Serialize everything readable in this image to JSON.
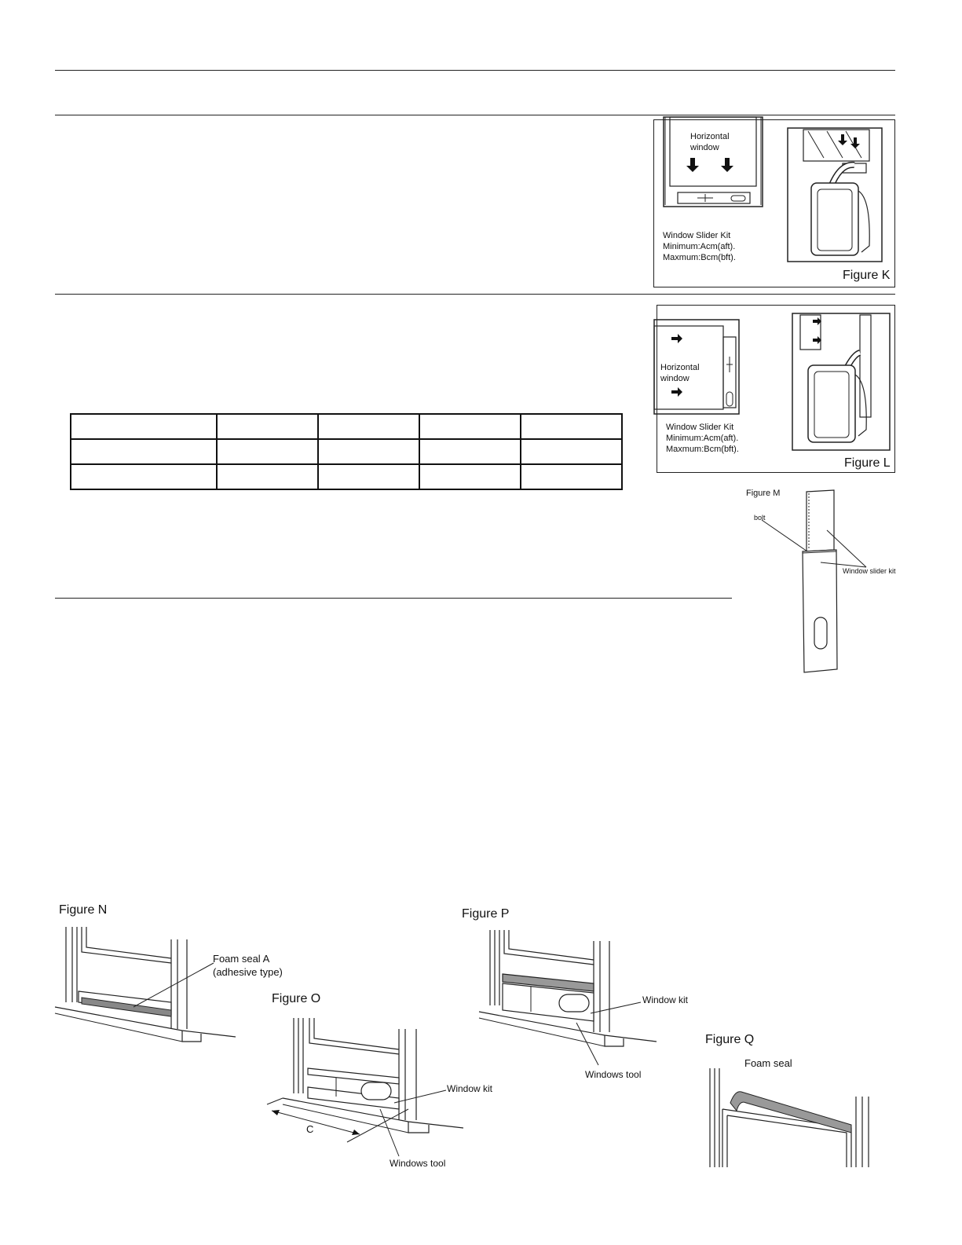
{
  "figure_k": {
    "label": "Figure K",
    "horizontal_window": [
      "Horizontal",
      "window"
    ],
    "kit_text": [
      "Window Slider Kit",
      "Minimum:Acm(aft).",
      "Maxmum:Bcm(bft)."
    ]
  },
  "figure_l": {
    "label": "Figure L",
    "horizontal_window": [
      "Horizontal",
      "window"
    ],
    "kit_text": [
      "Window Slider Kit",
      "Minimum:Acm(aft).",
      "Maxmum:Bcm(bft)."
    ]
  },
  "figure_m": {
    "label": "Figure M",
    "bolt": "bolt",
    "slider_kit": "Window slider kit"
  },
  "figure_n": {
    "label": "Figure N",
    "foam_seal": [
      "Foam seal A",
      "(adhesive type)"
    ]
  },
  "figure_o": {
    "label": "Figure O",
    "window_kit": "Window kit",
    "dimension": "C",
    "windows_tool": "Windows tool"
  },
  "figure_p": {
    "label": "Figure P",
    "window_kit": "Window kit",
    "windows_tool": "Windows tool"
  },
  "figure_q": {
    "label": "Figure Q",
    "foam_seal": "Foam seal"
  }
}
